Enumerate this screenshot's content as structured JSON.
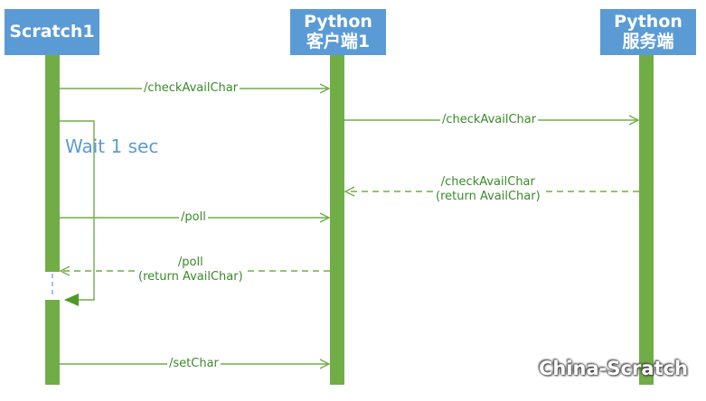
{
  "participants": {
    "scratch": [
      "Scratch1"
    ],
    "client": [
      "Python",
      "客户端1"
    ],
    "server": [
      "Python",
      "服务端"
    ]
  },
  "messages": {
    "m1": "/checkAvailChar",
    "m2": "/checkAvailChar",
    "m3": [
      "/checkAvailChar",
      "(return AvailChar)"
    ],
    "m4": "/poll",
    "m5": [
      "/poll",
      "(return AvailChar)"
    ],
    "m6": "/setChar"
  },
  "note": "Wait 1 sec",
  "watermark": "China-Scratch",
  "colors": {
    "header": "#5b9bd5",
    "lifeline": "#70ad47",
    "arrow": "#70ad47",
    "message_text": "#3a8a2a",
    "note_text": "#5b9bd5"
  }
}
